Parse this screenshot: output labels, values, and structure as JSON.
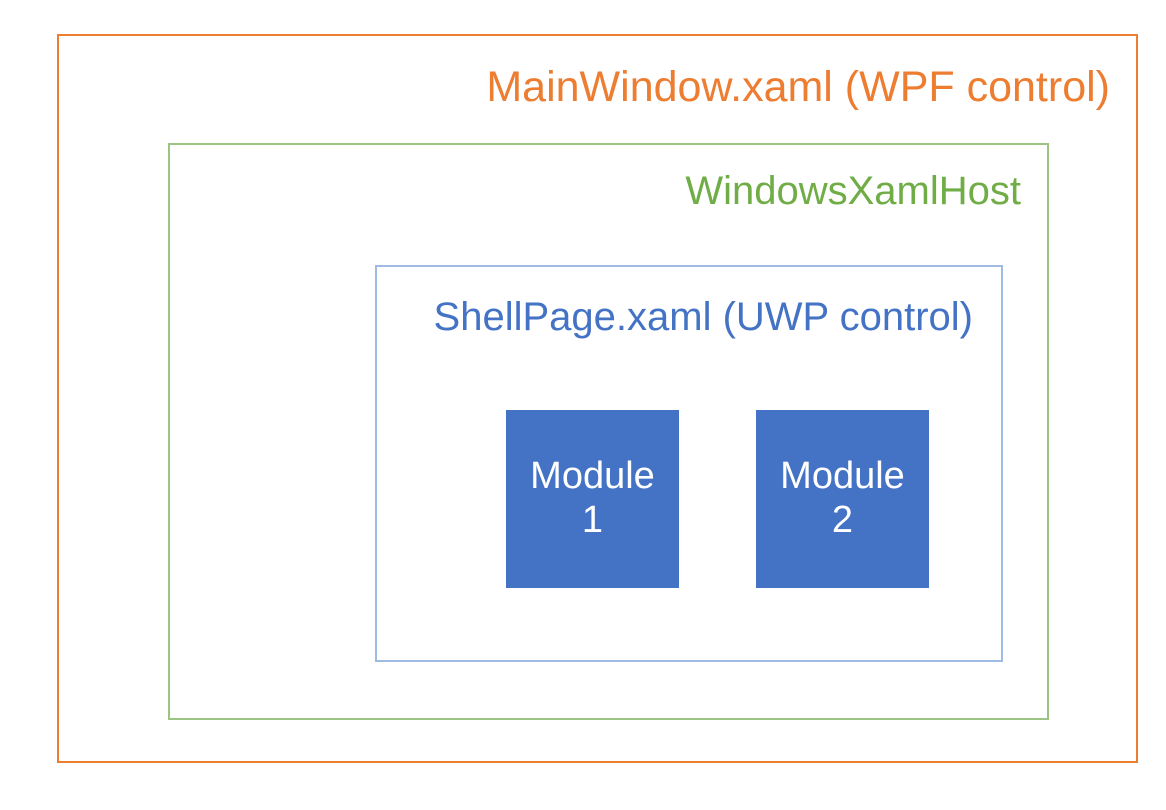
{
  "diagram": {
    "type": "nested-architecture-layers",
    "background_color": "#FFFFFF",
    "layers": {
      "outer": {
        "label": "MainWindow.xaml (WPF control)",
        "border_color": "#ED7D31",
        "text_color": "#ED7D31"
      },
      "middle": {
        "label": "WindowsXamlHost",
        "border_color": "#9CC583",
        "text_color": "#70AD47"
      },
      "inner": {
        "label": "ShellPage.xaml (UWP control)",
        "border_color": "#9DBBE3",
        "text_color": "#4472C4"
      }
    },
    "modules": [
      {
        "name_line1": "Module",
        "name_line2": "1",
        "fill_color": "#4472C4",
        "text_color": "#FFFFFF"
      },
      {
        "name_line1": "Module",
        "name_line2": "2",
        "fill_color": "#4472C4",
        "text_color": "#FFFFFF"
      }
    ]
  }
}
